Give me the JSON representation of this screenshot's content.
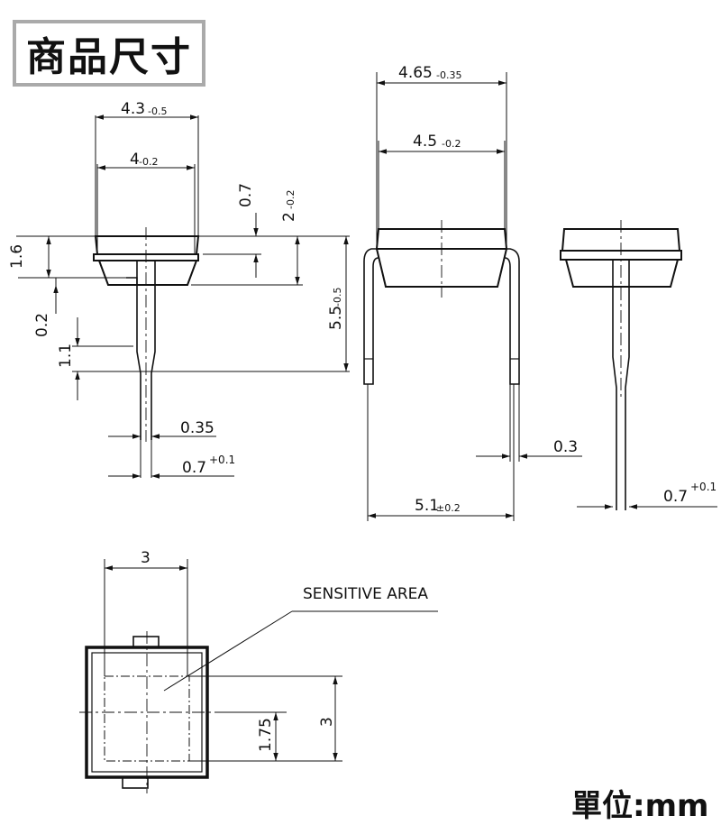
{
  "title": "商品尺寸",
  "unit": "單位:mm",
  "dimensions": {
    "front": {
      "d1_main": "4.3",
      "d1_tol": "-0.5",
      "d2_main": "4",
      "d2_tol": "-0.2",
      "d3": "0.7",
      "d4_main": "2",
      "d4_tol": "-0.2",
      "d5": "1.6",
      "d6_main": "5.5",
      "d6_tol": "-0.5",
      "d7": "0.2",
      "d8": "1.1",
      "d9": "0.35",
      "d10_main": "0.7",
      "d10_tol": "+0.1"
    },
    "side": {
      "d1_main": "4.65",
      "d1_tol": "-0.35",
      "d2_main": "4.5",
      "d2_tol": "-0.2",
      "d3": "0.3",
      "d4_main": "5.1",
      "d4_tol": "±0.2"
    },
    "right": {
      "d1_main": "0.7",
      "d1_tol": "+0.1"
    },
    "bottom": {
      "d1": "3",
      "d2": "3",
      "d3": "1.75",
      "sensitive_label": "SENSITIVE AREA"
    }
  }
}
